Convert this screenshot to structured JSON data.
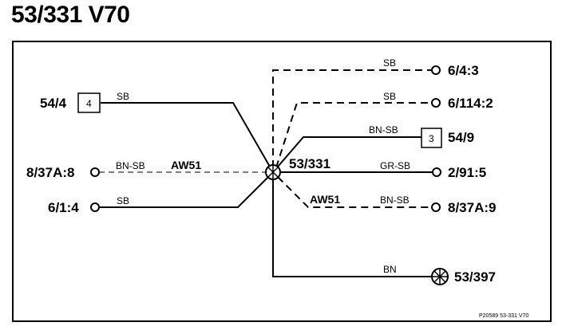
{
  "title": "53/331 V70",
  "footer_code": "P20589  53-331  V70",
  "splice": {
    "label": "53/331"
  },
  "connectors": {
    "c54_4": {
      "label": "54/4",
      "pin": "4"
    },
    "c8_37a_8": {
      "label": "8/37A:8"
    },
    "c6_1_4": {
      "label": "6/1:4"
    },
    "c6_4_3": {
      "label": "6/4:3"
    },
    "c6_114_2": {
      "label": "6/114:2"
    },
    "c54_9": {
      "label": "54/9",
      "pin": "3"
    },
    "c2_91_5": {
      "label": "2/91:5"
    },
    "c8_37a_9": {
      "label": "8/37A:9"
    },
    "c53_397": {
      "label": "53/397"
    }
  },
  "wires": {
    "w_54_4": {
      "color": "SB"
    },
    "w_8_37a_8": {
      "color": "BN-SB",
      "code": "AW51"
    },
    "w_6_1_4": {
      "color": "SB"
    },
    "w_6_4_3": {
      "color": "SB"
    },
    "w_6_114_2": {
      "color": "SB"
    },
    "w_54_9": {
      "color": "BN-SB"
    },
    "w_2_91_5": {
      "color": "GR-SB"
    },
    "w_8_37a_9": {
      "color": "BN-SB",
      "code": "AW51"
    },
    "w_53_397": {
      "color": "BN"
    }
  }
}
